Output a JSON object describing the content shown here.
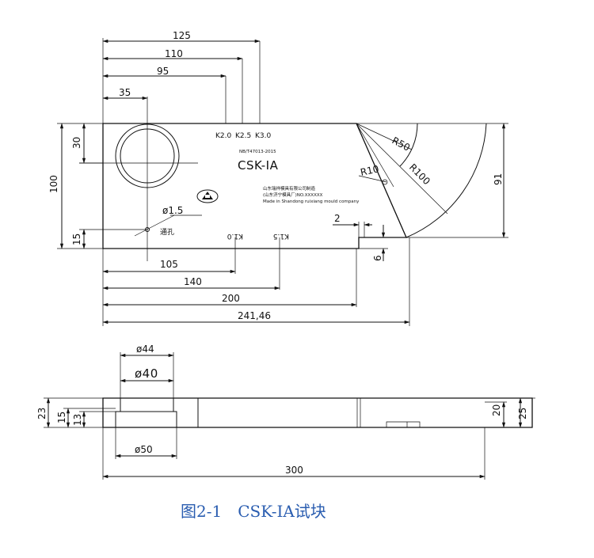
{
  "top_view": {
    "dimensions": {
      "len_125": "125",
      "len_110": "110",
      "len_95": "95",
      "len_35": "35",
      "height_30": "30",
      "height_100": "100",
      "height_15": "15",
      "len_105": "105",
      "len_140": "140",
      "len_200": "200",
      "len_241": "241,46",
      "height_91": "91",
      "slot_2": "2",
      "slot_6": "6",
      "hole_dia": "ø1.5"
    },
    "k_marks_top": [
      "K2.0",
      "K2.5",
      "K3.0"
    ],
    "k_marks_bottom": [
      "K1.0",
      "K1.5"
    ],
    "radii": {
      "r50": "R50",
      "r100": "R100",
      "r10": "R10"
    },
    "block_standard": "NB/T47013-2015",
    "block_name": "CSK-IA",
    "maker": {
      "line1": "山东瑞祥模具有限公司制造",
      "line2": "(山东济宁模具厂)NO.XXXXXX",
      "line3": "Made in Shandong ruixiang mould company"
    },
    "hole_label": "通孔"
  },
  "side_view": {
    "dimensions": {
      "dia_44": "ø44",
      "dia_40": "ø40",
      "dia_50": "ø50",
      "len_300": "300",
      "height_23": "23",
      "height_15": "15",
      "height_13": "13",
      "height_20": "20",
      "height_25": "25"
    }
  },
  "caption": "图2-1　CSK-ⅠA试块"
}
